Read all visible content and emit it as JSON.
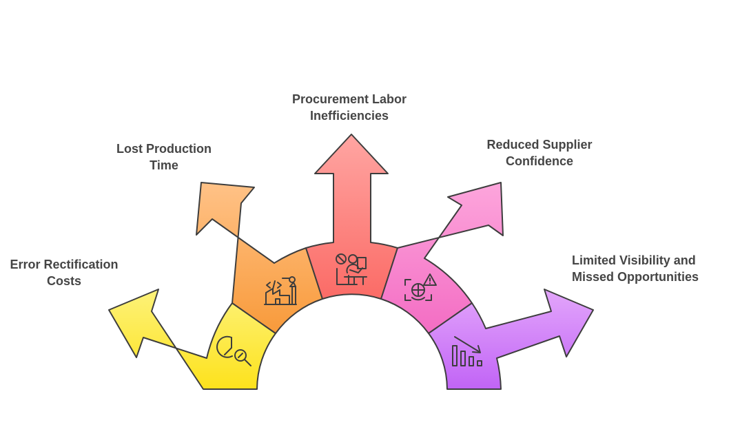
{
  "segments": [
    {
      "id": "error",
      "label_line1": "Error Rectification",
      "label_line2": "Costs",
      "icon": "chart-magnifier-icon",
      "color_light": "#fdf27a",
      "color_dark": "#fde21c"
    },
    {
      "id": "production",
      "label_line1": "Lost Production",
      "label_line2": "Time",
      "icon": "factory-robot-arm-icon",
      "color_light": "#ffc287",
      "color_dark": "#f89a3a"
    },
    {
      "id": "procurement",
      "label_line1": "Procurement Labor",
      "label_line2": "Inefficiencies",
      "icon": "worker-desk-icon",
      "color_light": "#ffa5a2",
      "color_dark": "#fb6b66"
    },
    {
      "id": "supplier",
      "label_line1": "Reduced Supplier",
      "label_line2": "Confidence",
      "icon": "globe-warning-icon",
      "color_light": "#fda6dc",
      "color_dark": "#f36cc3"
    },
    {
      "id": "visibility",
      "label_line1": "Limited Visibility and",
      "label_line2": "Missed Opportunities",
      "icon": "declining-bar-chart-icon",
      "color_light": "#e3a6fb",
      "color_dark": "#c164f6"
    }
  ]
}
